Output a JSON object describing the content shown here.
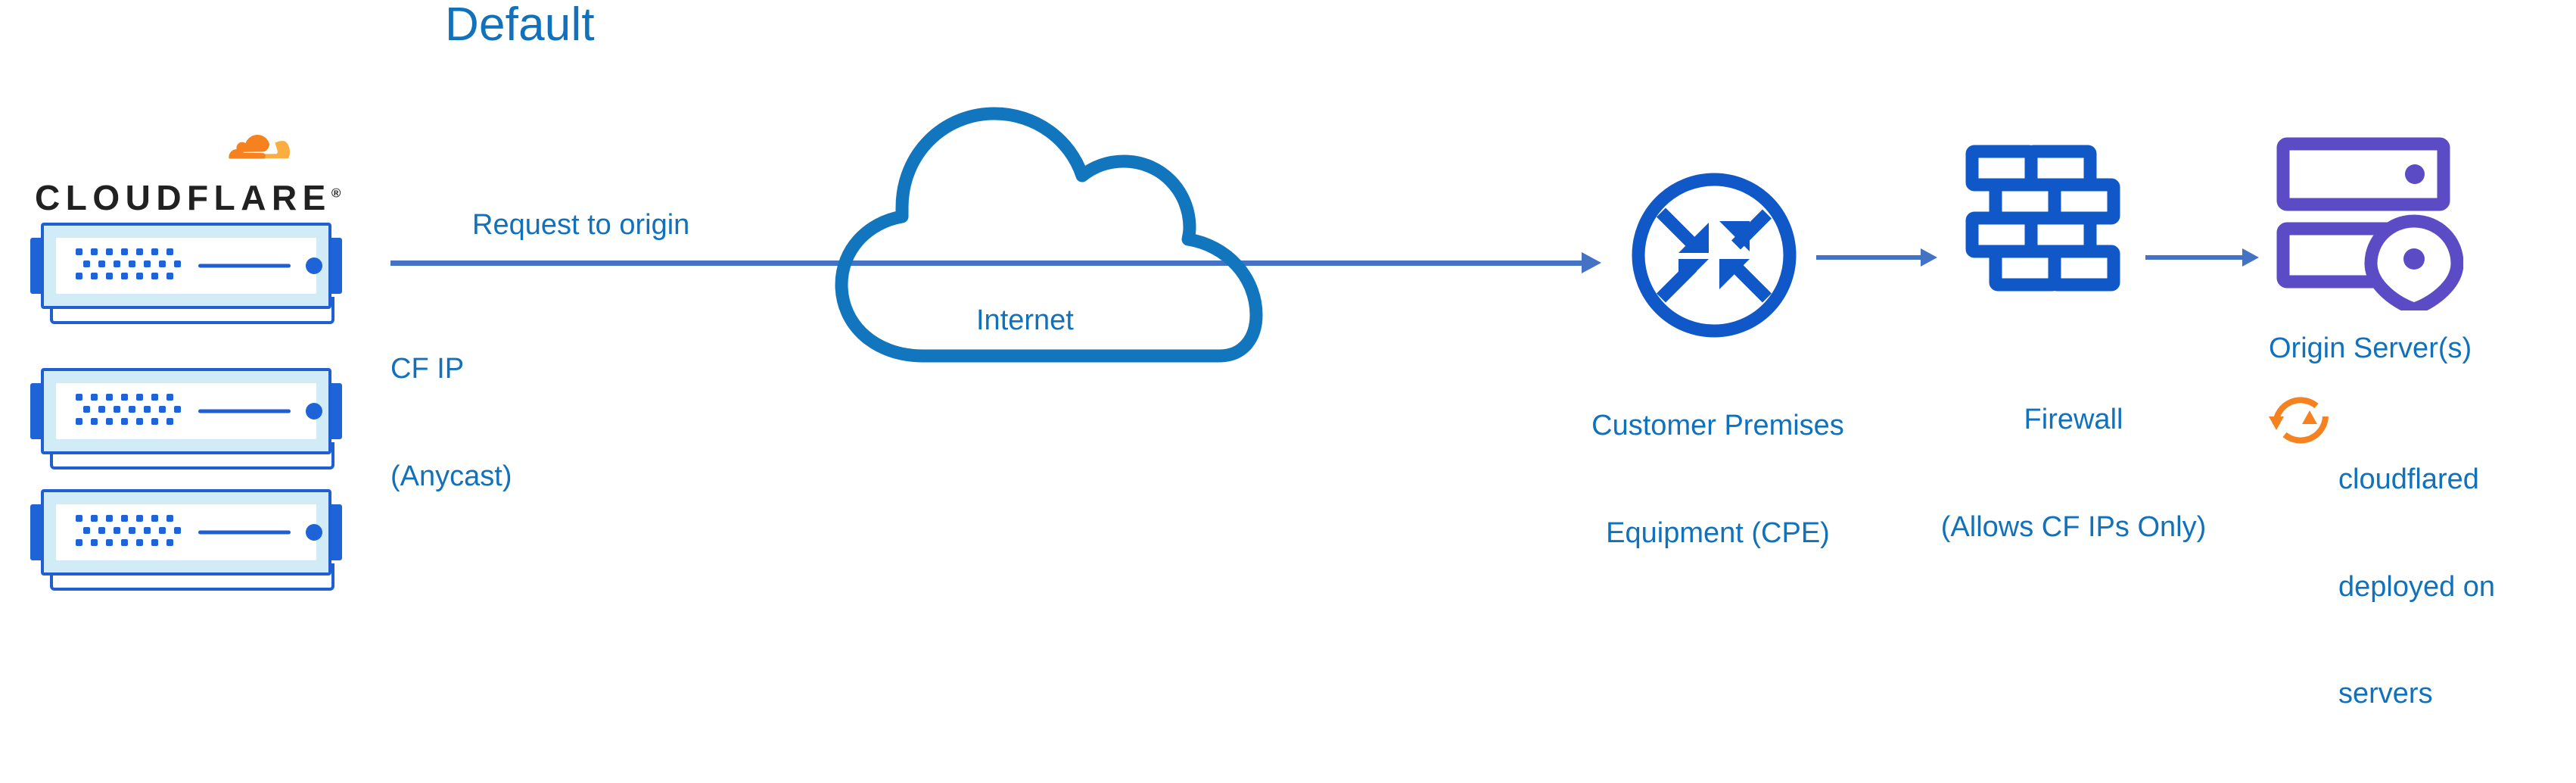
{
  "diagram": {
    "title": "Default",
    "accent_blue": "#1271bb",
    "arrow_blue": "#4472c4",
    "node_blue": "#1058c8",
    "purple": "#5b4bc4",
    "orange": "#f6821f"
  },
  "brand": {
    "logo_wordmark": "CLOUDFLARE",
    "logo_registered": "®",
    "icon_name": "cloudflare-cloud-logo"
  },
  "nodes": {
    "cf_servers": {
      "name": "cloudflare-server-stack",
      "count": 3,
      "ip_label_line1": "CF IP",
      "ip_label_line2": "(Anycast)"
    },
    "internet": {
      "label": "Internet",
      "icon_name": "cloud-outline-icon"
    },
    "cpe": {
      "label_line1": "Customer Premises",
      "label_line2": "Equipment (CPE)",
      "icon_name": "router-four-arrows-icon"
    },
    "firewall": {
      "label_line1": "Firewall",
      "label_line2": "(Allows CF IPs Only)",
      "icon_name": "brick-wall-icon"
    },
    "origin": {
      "label": "Origin Server(s)",
      "icon_name": "server-rack-with-location-pin-icon"
    },
    "cloudflared": {
      "label_line1": "cloudflared",
      "label_line2": "deployed on",
      "label_line3": "servers",
      "icon_name": "sync-circular-arrows-icon"
    }
  },
  "flows": {
    "request_to_origin": "Request to origin",
    "arrows": [
      {
        "name": "arrow-cf-to-cpe",
        "from": "cf_servers",
        "to": "cpe"
      },
      {
        "name": "arrow-cpe-to-firewall",
        "from": "cpe",
        "to": "firewall"
      },
      {
        "name": "arrow-firewall-to-origin",
        "from": "firewall",
        "to": "origin"
      }
    ]
  }
}
